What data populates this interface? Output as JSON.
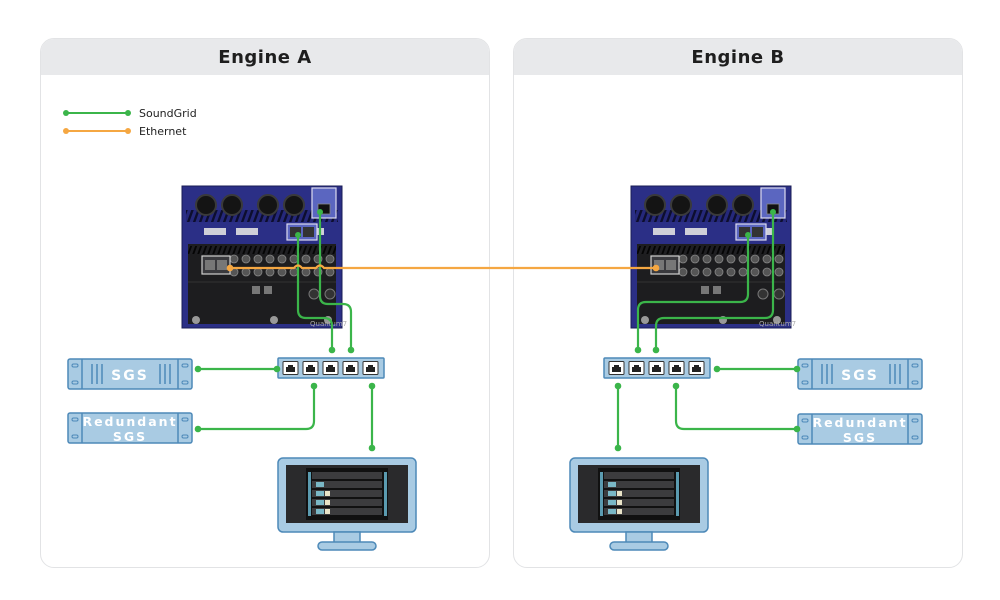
{
  "colors": {
    "soundgrid": "#3bb54a",
    "ethernet": "#f5a742",
    "device_fill": "#a9cbe3",
    "device_stroke": "#4d89b8",
    "panel_header": "#e8e9eb",
    "rack_blue": "#2b2f86",
    "rack_dark": "#1d1d1f"
  },
  "legend": {
    "items": [
      {
        "label": "SoundGrid",
        "color": "#3bb54a"
      },
      {
        "label": "Ethernet",
        "color": "#f5a742"
      }
    ]
  },
  "engines": [
    {
      "title": "Engine A",
      "devices": {
        "server": {
          "label": "SGS"
        },
        "redundant_server": {
          "label_line1": "Redundant",
          "label_line2": "SGS"
        },
        "switch": {
          "ports": 5
        },
        "rack": {
          "name": "Quantum7 rack"
        },
        "computer": {
          "name": "host-computer"
        }
      }
    },
    {
      "title": "Engine B",
      "devices": {
        "server": {
          "label": "SGS"
        },
        "redundant_server": {
          "label_line1": "Redundant",
          "label_line2": "SGS"
        },
        "switch": {
          "ports": 5
        },
        "rack": {
          "name": "Quantum7 rack"
        },
        "computer": {
          "name": "host-computer"
        }
      }
    }
  ]
}
